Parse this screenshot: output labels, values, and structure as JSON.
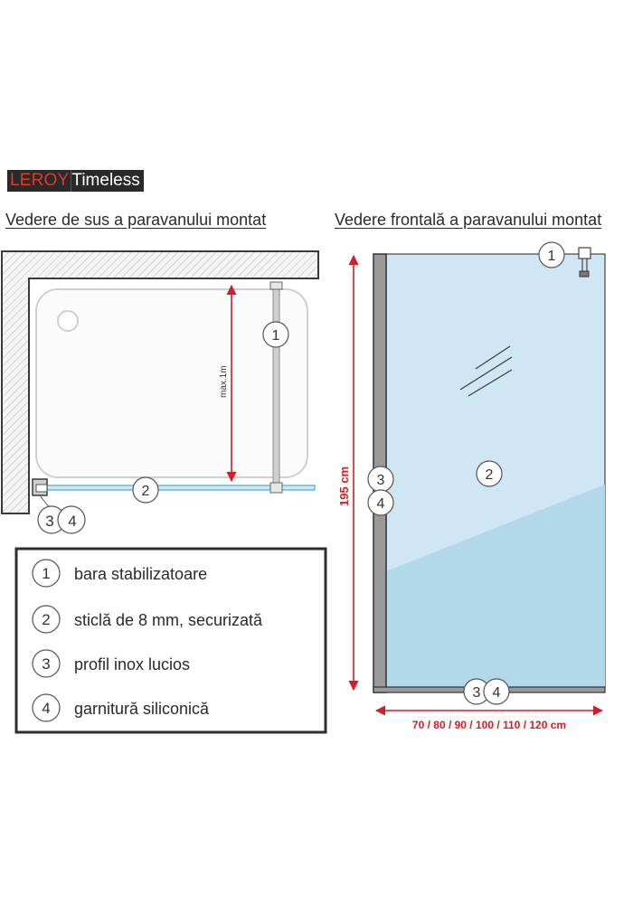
{
  "brand": {
    "part1": "LEROY",
    "part2": "Timeless"
  },
  "top_view": {
    "heading": "Vedere de sus a paravanului montat",
    "dim_label": "max.1m"
  },
  "front_view": {
    "heading": "Vedere frontală a paravanului montat",
    "height_label": "195 cm",
    "width_label": "70 / 80 / 90 / 100 / 110 / 120 cm"
  },
  "markers": {
    "m1": "1",
    "m2": "2",
    "m3": "3",
    "m4": "4"
  },
  "legend": [
    {
      "num": "1",
      "text": "bara stabilizatoare"
    },
    {
      "num": "2",
      "text": "sticlă de 8 mm, securizată"
    },
    {
      "num": "3",
      "text": "profil inox lucios"
    },
    {
      "num": "4",
      "text": "garnitură siliconică"
    }
  ],
  "colors": {
    "dimension": "#d21e26",
    "glass": "#cfe6f5",
    "glass_edge": "#5fb6d6",
    "frame": "#9a9a9a"
  }
}
